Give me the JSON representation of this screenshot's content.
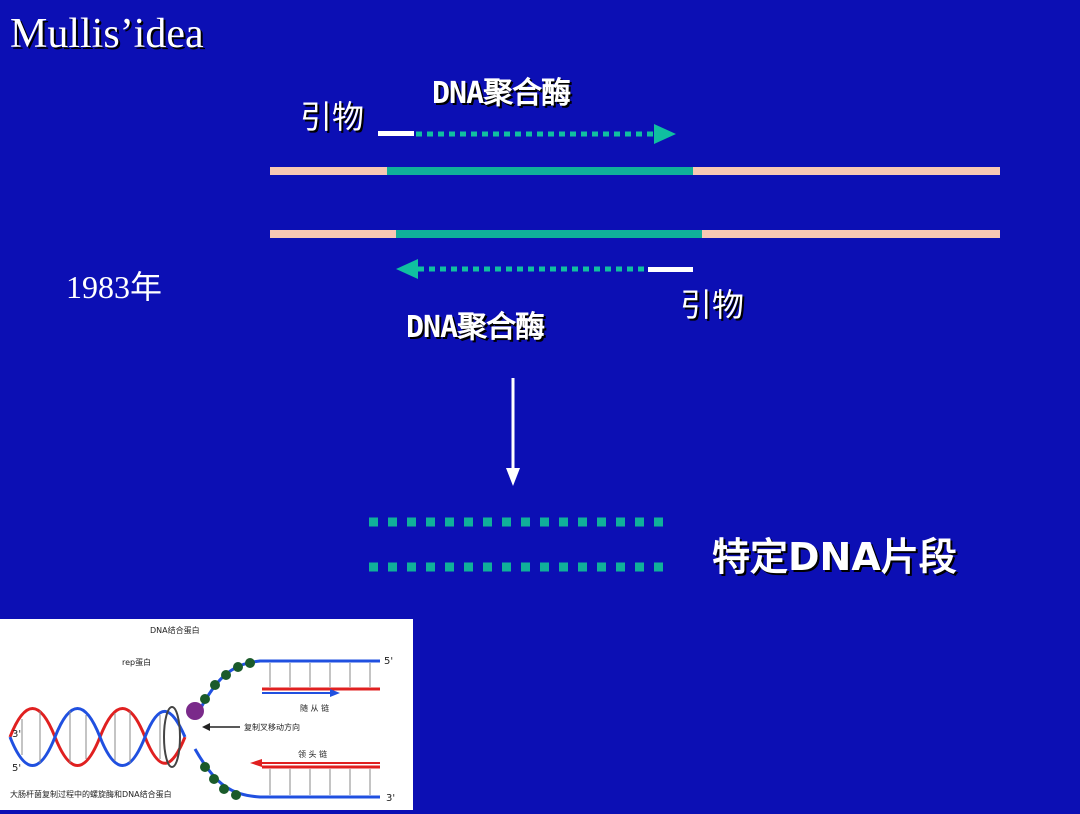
{
  "title": "Mullis’idea",
  "year": "1983年",
  "primer_top": "引物",
  "primer_bottom": "引物",
  "enzyme_top": "DNA聚合酶",
  "enzyme_bottom": "DNA聚合酶",
  "product_label": "特定DNA片段",
  "colors": {
    "background": "#0c0fb4",
    "strand": "#f7c8b4",
    "target": "#10b09a",
    "primer": "#ffffff",
    "arrow": "#10c0a0"
  },
  "inset": {
    "top_label": "DNA结合蛋白",
    "rep_label": "rep蛋白",
    "five_prime_top": "5'",
    "lagging_label": "随 从 链",
    "direction_label": "复制叉移动方向",
    "leading_label": "领 头 链",
    "three_prime_left": "3'",
    "five_prime_left": "5'",
    "three_prime_bottom": "3'",
    "caption": "大肠杆菌复制过程中的螺旋酶和DNA结合蛋白"
  }
}
